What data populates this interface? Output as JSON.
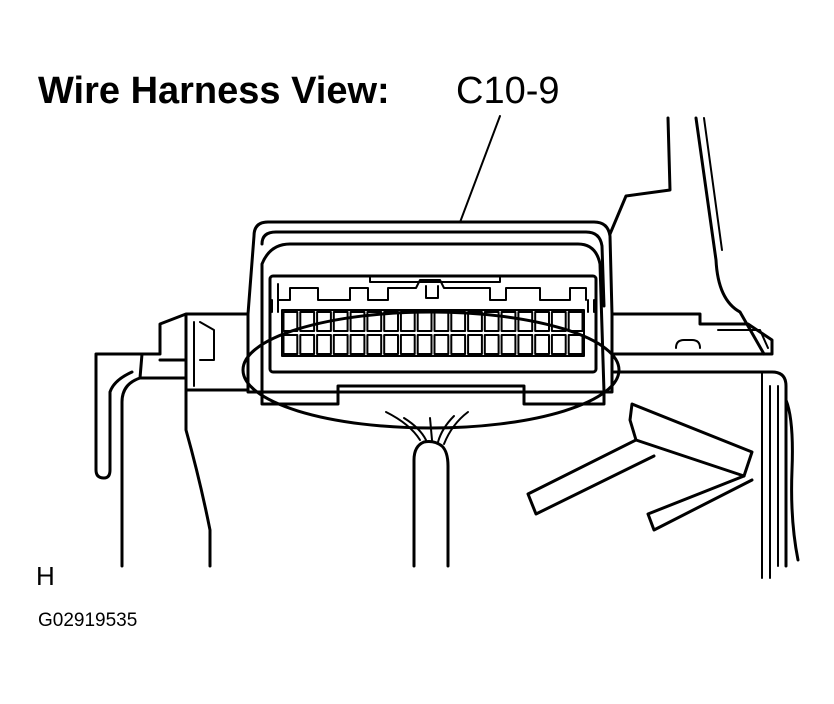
{
  "diagram": {
    "title": "Wire Harness View:",
    "connector_code": "C10-9",
    "view_letter": "H",
    "figure_code": "G02919535"
  },
  "connector": {
    "terminal_rows": 2,
    "terminal_columns": 18
  },
  "colors": {
    "line": "#000000",
    "background": "#ffffff"
  }
}
